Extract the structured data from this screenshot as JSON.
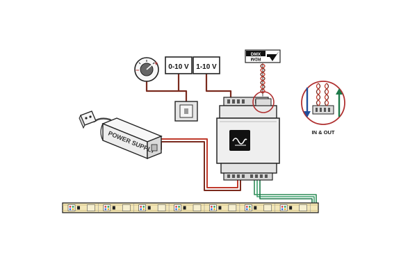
{
  "labels": {
    "input_0_10v": "0-10 V",
    "input_1_10v": "1-10 V",
    "power_supply": "POWER SUPPLY",
    "dmx": "DMX",
    "rdm": "RDM",
    "in_out": "IN & OUT"
  },
  "colors": {
    "wire_brown": "#7a2a1e",
    "wire_red": "#c0392b",
    "wire_green": "#2e8b57",
    "highlight_circle": "#b03030",
    "arrow_blue": "#1f4e9c",
    "arrow_green": "#1e7a4a",
    "outline": "#222222",
    "device_fill": "#e9e9e9",
    "strip_fill": "#f3e7b8"
  },
  "icons": [
    "dimmer-knob-icon",
    "wall-switch-icon",
    "wall-socket-icon",
    "dmx-rdm-logo-icon",
    "waveform-icon"
  ],
  "led_strip": {
    "segments": 14
  }
}
